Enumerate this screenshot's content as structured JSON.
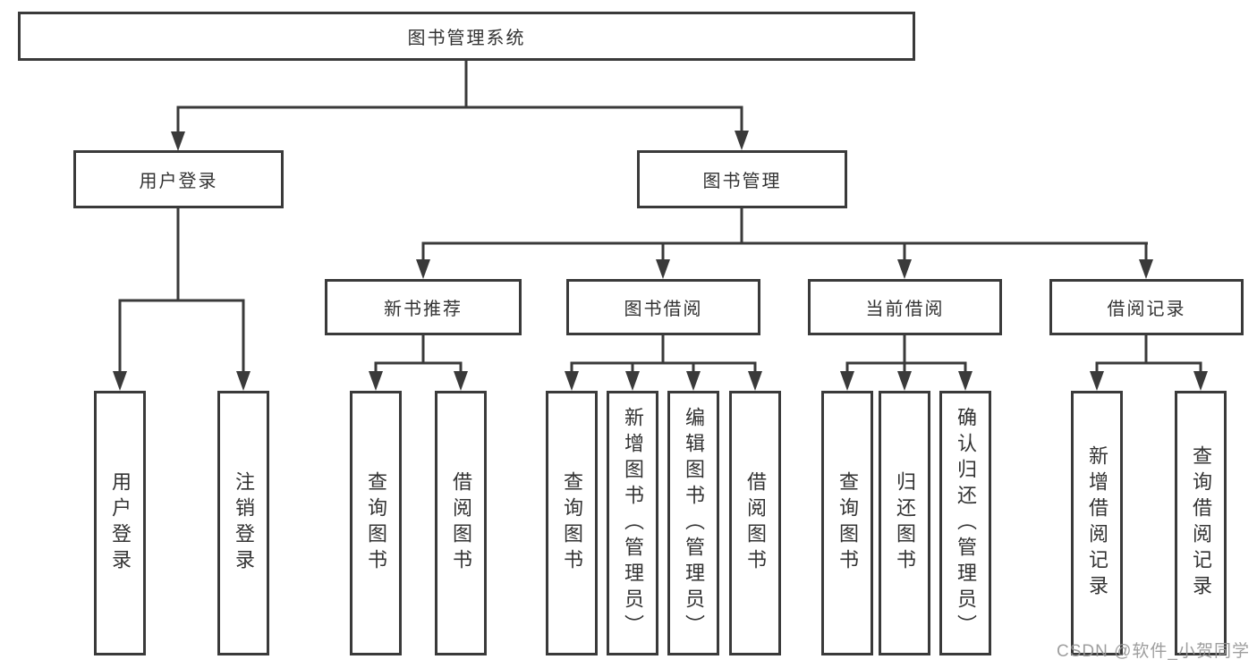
{
  "tree": {
    "label": "图书管理系统",
    "children": [
      {
        "label": "用户登录",
        "children": [
          {
            "label": "用户登录"
          },
          {
            "label": "注销登录"
          }
        ]
      },
      {
        "label": "图书管理",
        "children": [
          {
            "label": "新书推荐",
            "children": [
              {
                "label": "查询图书"
              },
              {
                "label": "借阅图书"
              }
            ]
          },
          {
            "label": "图书借阅",
            "children": [
              {
                "label": "查询图书"
              },
              {
                "label": "新增图书（管理员）"
              },
              {
                "label": "编辑图书（管理员）"
              },
              {
                "label": "借阅图书"
              }
            ]
          },
          {
            "label": "当前借阅",
            "children": [
              {
                "label": "查询图书"
              },
              {
                "label": "归还图书"
              },
              {
                "label": "确认归还（管理员）"
              }
            ]
          },
          {
            "label": "借阅记录",
            "children": [
              {
                "label": "新增借阅记录"
              },
              {
                "label": "查询借阅记录"
              }
            ]
          }
        ]
      }
    ]
  },
  "line_color": "#3a3a3a",
  "watermark": {
    "text": "CSDN @软件_小贺同学"
  }
}
